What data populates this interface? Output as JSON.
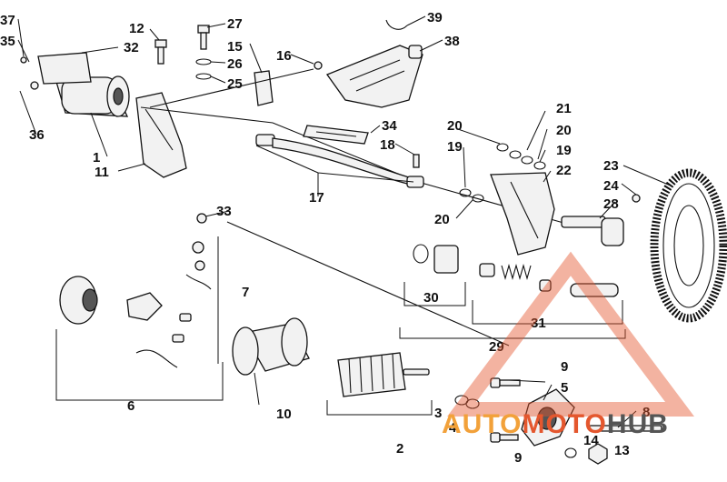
{
  "diagram": {
    "callouts": {
      "c1": "1",
      "c2": "2",
      "c3": "3",
      "c4": "4",
      "c5": "5",
      "c6": "6",
      "c7": "7",
      "c8": "8",
      "c9a": "9",
      "c9b": "9",
      "c10": "10",
      "c11": "11",
      "c12": "12",
      "c13": "13",
      "c14": "14",
      "c15": "15",
      "c16": "16",
      "c17": "17",
      "c18": "18",
      "c19a": "19",
      "c19b": "19",
      "c20a": "20",
      "c20b": "20",
      "c20c": "20",
      "c21": "21",
      "c22": "22",
      "c23": "23",
      "c24": "24",
      "c25": "25",
      "c26": "26",
      "c27": "27",
      "c28": "28",
      "c29": "29",
      "c30": "30",
      "c31": "31",
      "c32": "32",
      "c33": "33",
      "c34": "34",
      "c35": "35",
      "c36": "36",
      "c37": "37",
      "c38": "38",
      "c39": "39"
    }
  },
  "watermark": {
    "text": "AUTOMOTOHUB",
    "part1": "AUTO",
    "part2": "MOTO",
    "part3": "HUB",
    "colors": {
      "red": "#e4572e",
      "orange": "#f2a13a",
      "gray": "#555555"
    }
  }
}
